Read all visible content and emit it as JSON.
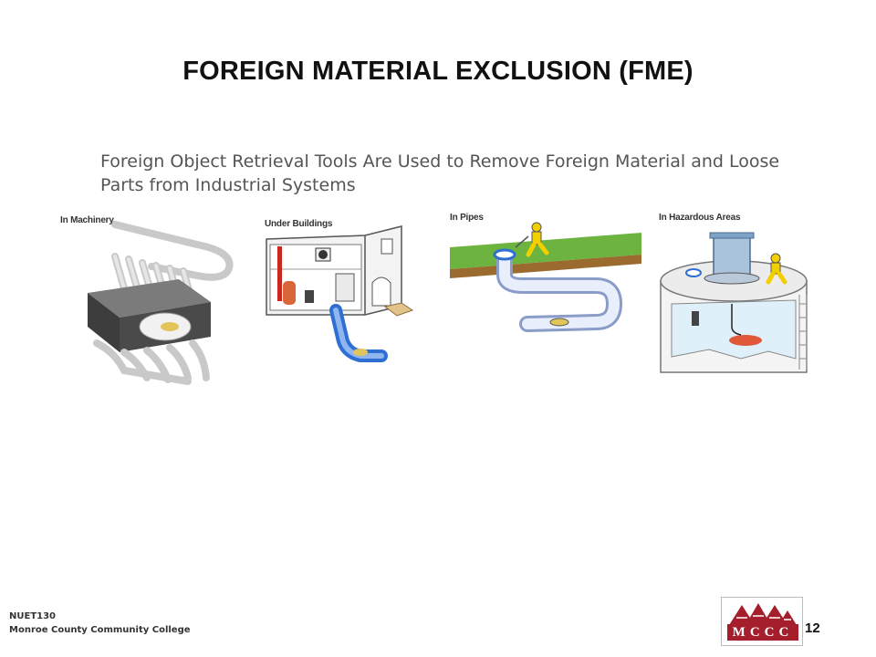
{
  "slide": {
    "title": "FOREIGN MATERIAL EXCLUSION (FME)",
    "subtitle": "Foreign Object Retrieval Tools Are Used to Remove Foreign Material and Loose Parts from Industrial Systems"
  },
  "panels": [
    {
      "label": "In Machinery"
    },
    {
      "label": "Under Buildings"
    },
    {
      "label": "In Pipes"
    },
    {
      "label": "In Hazardous Areas"
    }
  ],
  "footer": {
    "course": "NUET130",
    "college": "Monroe County Community College",
    "logo_text": "MCCC",
    "page_number": "12"
  },
  "colors": {
    "logo_red": "#a41e2b",
    "grass_green": "#6db33f",
    "pipe_blue": "#2f6fd1",
    "worker_yellow": "#f2d000"
  }
}
